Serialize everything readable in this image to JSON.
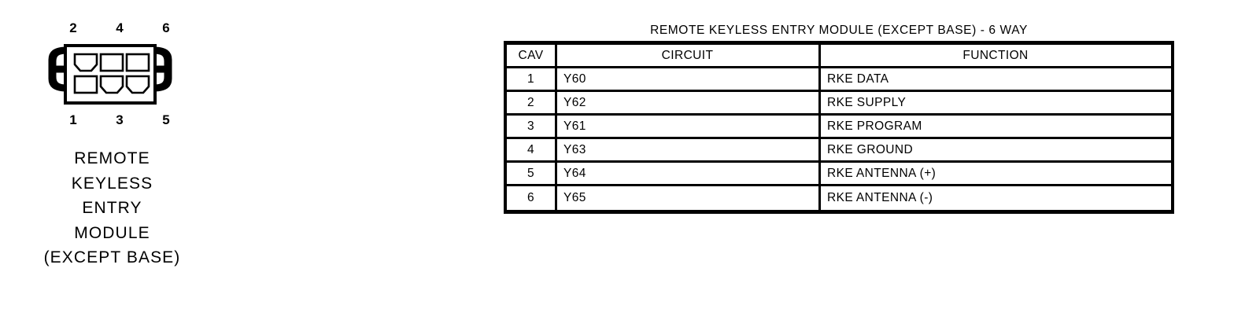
{
  "connector": {
    "pin_labels_top": [
      "2",
      "4",
      "6"
    ],
    "pin_labels_bottom": [
      "1",
      "3",
      "5"
    ],
    "caption_lines": [
      "REMOTE",
      "KEYLESS",
      "ENTRY",
      "MODULE",
      "(EXCEPT BASE)"
    ],
    "cavity_shapes": {
      "top": [
        "rounded",
        "square",
        "square"
      ],
      "bottom": [
        "square",
        "rounded",
        "rounded"
      ]
    },
    "line_color": "#000000",
    "fill_color": "#ffffff"
  },
  "table": {
    "title": "REMOTE KEYLESS ENTRY MODULE (EXCEPT BASE) - 6 WAY",
    "headers": [
      "CAV",
      "CIRCUIT",
      "FUNCTION"
    ],
    "rows": [
      {
        "cav": "1",
        "circuit": "Y60",
        "function": "RKE DATA"
      },
      {
        "cav": "2",
        "circuit": "Y62",
        "function": "RKE SUPPLY"
      },
      {
        "cav": "3",
        "circuit": "Y61",
        "function": "RKE PROGRAM"
      },
      {
        "cav": "4",
        "circuit": "Y63",
        "function": "RKE GROUND"
      },
      {
        "cav": "5",
        "circuit": "Y64",
        "function": "RKE ANTENNA (+)"
      },
      {
        "cav": "6",
        "circuit": "Y65",
        "function": "RKE ANTENNA (-)"
      }
    ]
  }
}
